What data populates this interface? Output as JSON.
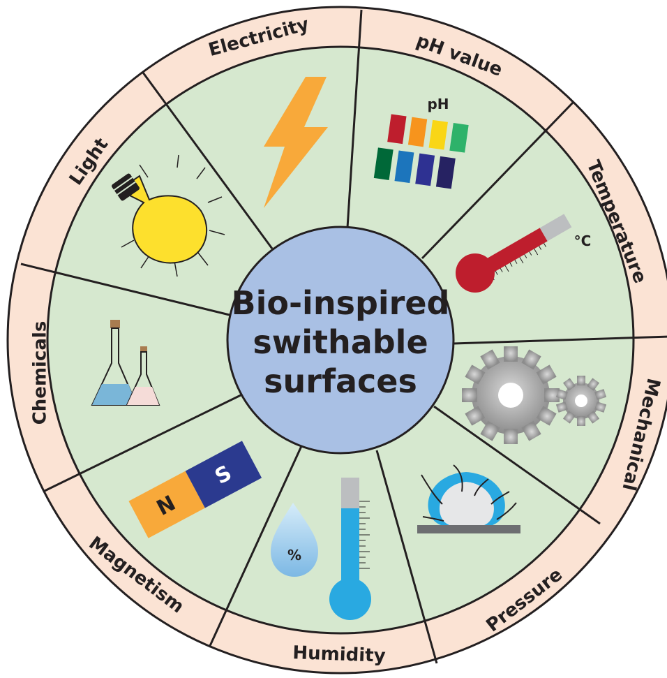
{
  "center": {
    "line1": "Bio-inspired",
    "line2": "swithable",
    "line3": "surfaces"
  },
  "segments": [
    "Electricity",
    "pH value",
    "Temperature",
    "Mechanical",
    "Pressure",
    "Humidity",
    "Magnetism",
    "Chemicals",
    "Light"
  ],
  "icons": {
    "ph_label": "pH",
    "temperature_unit": "°C",
    "magnet_north": "N",
    "magnet_south": "S",
    "humidity_symbol": "%"
  },
  "colors": {
    "outer_ring": "#fbe3d4",
    "inner_disc": "#d6e8cf",
    "center_disc": "#a9c0e4",
    "outline": "#231f20"
  }
}
